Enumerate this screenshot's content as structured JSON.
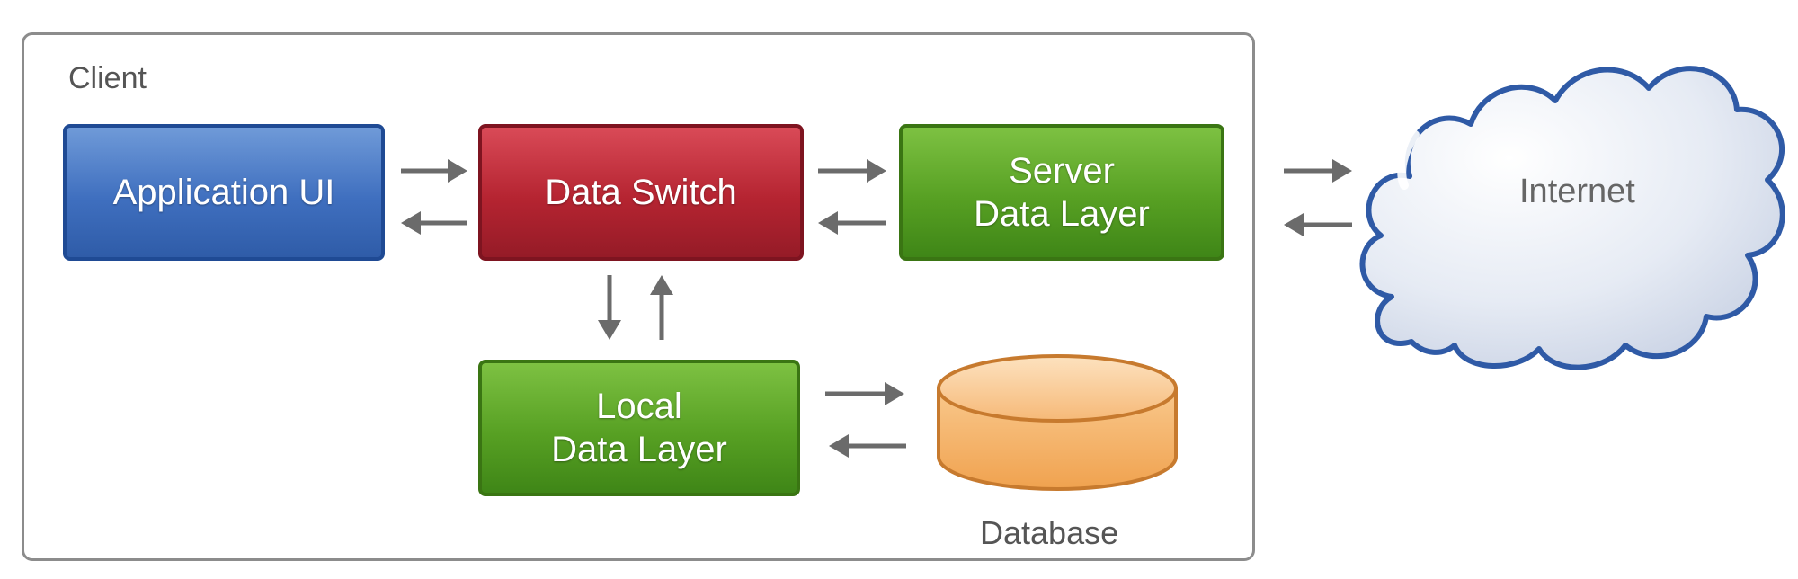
{
  "client": {
    "label": "Client"
  },
  "nodes": {
    "application_ui": {
      "label": "Application UI"
    },
    "data_switch": {
      "label": "Data Switch"
    },
    "server_data_layer": {
      "label": "Server\nData Layer"
    },
    "local_data_layer": {
      "label": "Local\nData Layer"
    },
    "database": {
      "label": "Database"
    },
    "internet": {
      "label": "Internet"
    }
  },
  "colors": {
    "application_ui": "#3f6fbf",
    "data_switch": "#b52431",
    "data_layer": "#57a023",
    "database": "#f5b36a",
    "cloud_fill": "#e3e8f2",
    "cloud_outline": "#2f5aa6",
    "arrow": "#6b6b6b"
  }
}
